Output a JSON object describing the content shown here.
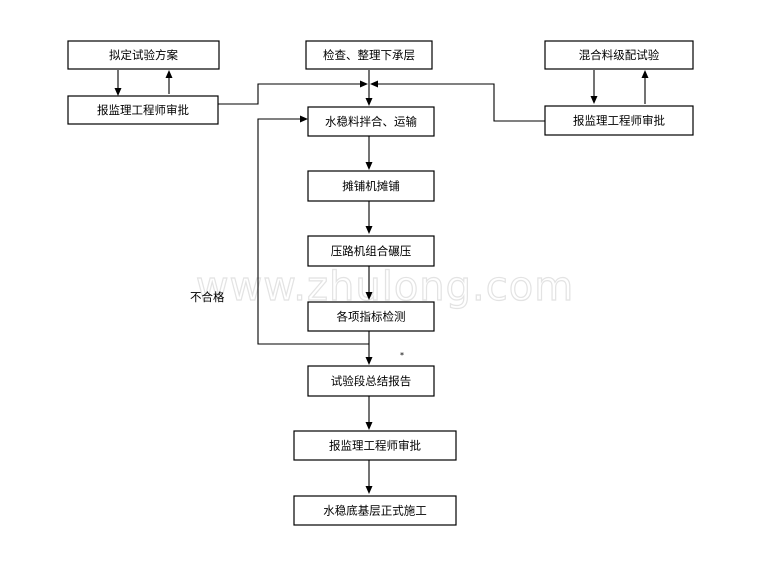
{
  "nodes": {
    "draft_plan": "拟定试验方案",
    "supervisor_approval_left": "报监理工程师审批",
    "inspect_base": "检查、整理下承层",
    "mix_gradation_test": "混合料级配试验",
    "supervisor_approval_right": "报监理工程师审批",
    "mix_transport": "水稳料拌合、运输",
    "paver_paving": "摊铺机摊铺",
    "roller_compaction": "压路机组合碾压",
    "indicator_check": "各项指标检测",
    "trial_report": "试验段总结报告",
    "supervisor_approval_final": "报监理工程师审批",
    "formal_construction": "水稳底基层正式施工"
  },
  "labels": {
    "fail": "不合格",
    "stray_mark": "*"
  },
  "watermark": "www.zhulong.com"
}
